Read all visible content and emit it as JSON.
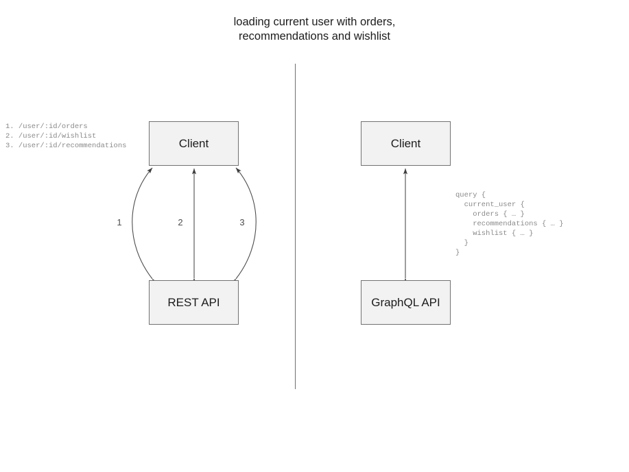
{
  "diagram": {
    "title": "loading current user with orders,\nrecommendations and wishlist",
    "divider": {
      "name": "vertical-divider"
    },
    "left_panel": {
      "name": "rest-comparison-panel",
      "client_label": "Client",
      "api_label": "REST API",
      "endpoints": "1. /user/:id/orders\n2. /user/:id/wishlist\n3. /user/:id/recommendations",
      "edges": [
        {
          "label": "1",
          "shape": "curve-left",
          "direction": "bidirectional"
        },
        {
          "label": "2",
          "shape": "straight",
          "direction": "bidirectional"
        },
        {
          "label": "3",
          "shape": "curve-right",
          "direction": "bidirectional"
        }
      ]
    },
    "right_panel": {
      "name": "graphql-comparison-panel",
      "client_label": "Client",
      "api_label": "GraphQL API",
      "query": "query {\n  current_user {\n    orders { … }\n    recommendations { … }\n    wishlist { … }\n  }\n}",
      "edges": [
        {
          "label": "",
          "shape": "straight",
          "direction": "bidirectional"
        }
      ]
    }
  },
  "colors": {
    "node_fill": "#f2f2f2",
    "node_border": "#717171",
    "connector": "#4d4d4d",
    "divider": "#6f6f6f",
    "annotation_text": "#8a8a8a",
    "title_text": "#1c1c1c",
    "background": "#ffffff"
  }
}
